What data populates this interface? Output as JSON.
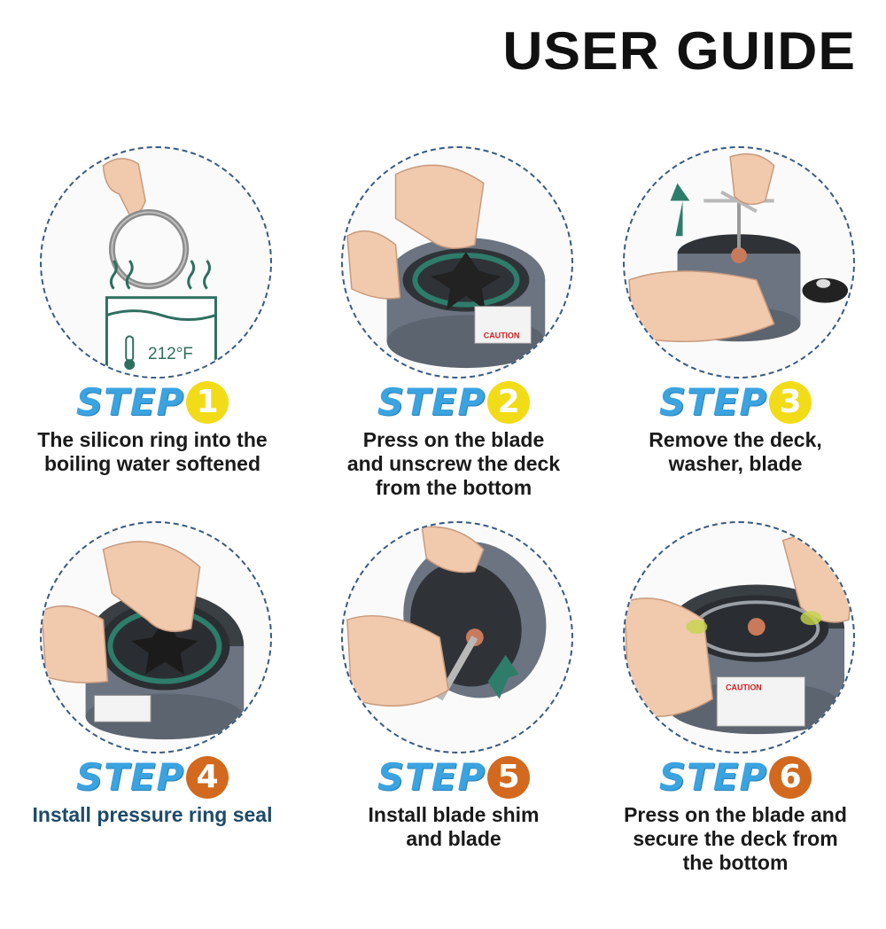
{
  "header": {
    "title": "USER GUIDE"
  },
  "colors": {
    "step_word": "#3aa3e0",
    "badge_yellow": "#f2dc18",
    "badge_orange": "#d2691e",
    "circle_border": "#3a5a80"
  },
  "steps": [
    {
      "label": "STEP",
      "number": "1",
      "badge_color": "#f2dc18",
      "lines": [
        "The silicon ring into the",
        "boiling water softened"
      ],
      "temp": "212°F",
      "text_color": "dark"
    },
    {
      "label": "STEP",
      "number": "2",
      "badge_color": "#f2dc18",
      "lines": [
        "Press on the blade",
        "and unscrew the deck",
        "from the bottom"
      ],
      "text_color": "dark"
    },
    {
      "label": "STEP",
      "number": "3",
      "badge_color": "#f2dc18",
      "lines": [
        "Remove the deck,",
        "washer, blade"
      ],
      "text_color": "dark"
    },
    {
      "label": "STEP",
      "number": "4",
      "badge_color": "#d2691e",
      "lines": [
        "Install pressure ring seal"
      ],
      "text_color": "blue"
    },
    {
      "label": "STEP",
      "number": "5",
      "badge_color": "#d2691e",
      "lines": [
        "Install blade shim",
        "and blade"
      ],
      "text_color": "dark"
    },
    {
      "label": "STEP",
      "number": "6",
      "badge_color": "#d2691e",
      "lines": [
        "Press on the blade and",
        "secure the deck from",
        "the bottom"
      ],
      "text_color": "dark"
    }
  ]
}
